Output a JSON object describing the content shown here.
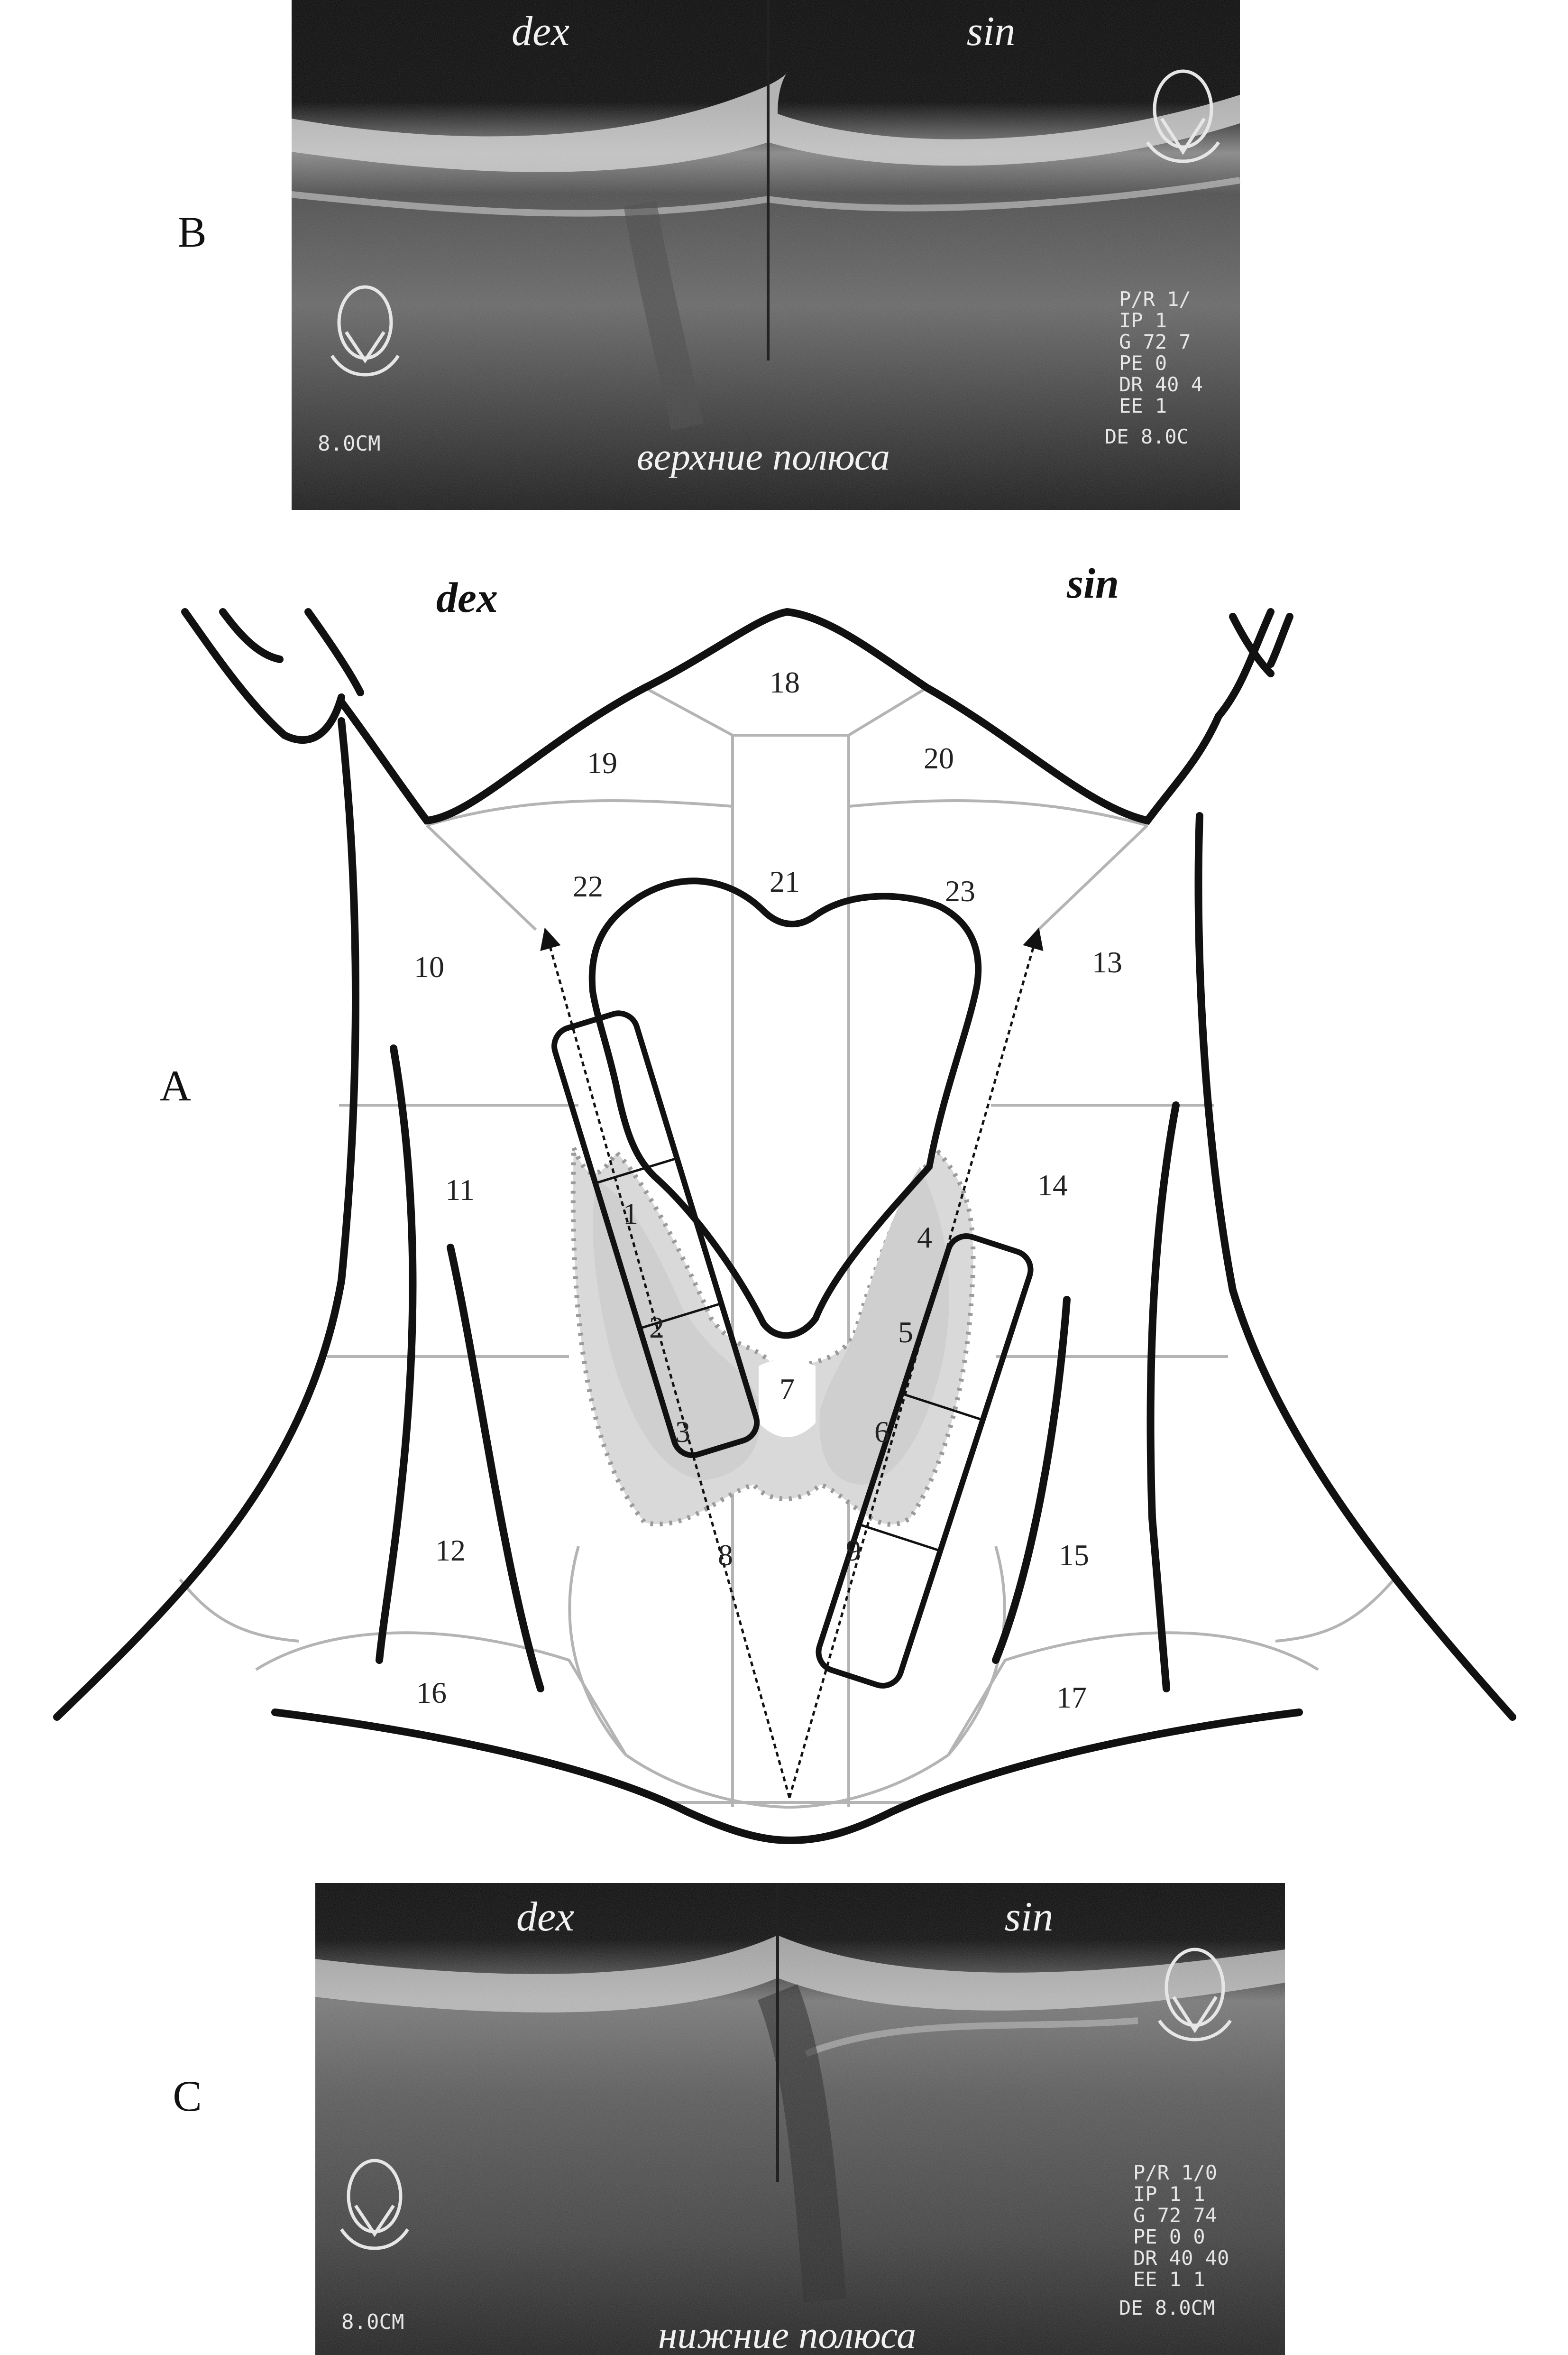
{
  "panel_labels": {
    "a": "A",
    "b": "B",
    "c": "C"
  },
  "top_scan": {
    "side_right": "dex",
    "side_left": "sin",
    "scale": "8.0CM",
    "caption": "верхние полюса",
    "params": [
      "P/R  1/",
      "IP  1  ",
      "G 72  7",
      "PE  0  ",
      "DR 40 4",
      "EE  1  ",
      "DE  8.0C"
    ]
  },
  "diagram": {
    "side_right": "dex",
    "side_left": "sin",
    "zones": [
      "1",
      "2",
      "3",
      "4",
      "5",
      "6",
      "7",
      "8",
      "9",
      "10",
      "11",
      "12",
      "13",
      "14",
      "15",
      "16",
      "17",
      "18",
      "19",
      "20",
      "21",
      "22",
      "23"
    ]
  },
  "bottom_scan": {
    "side_right": "dex",
    "side_left": "sin",
    "scale": "8.0CM",
    "caption": "нижние полюса",
    "params": [
      "P/R  1/0",
      "IP  1  1",
      "G 72  74",
      "PE  0  0",
      "DR 40 40",
      "EE  1  1",
      "DE  8.0CM"
    ]
  },
  "colors": {
    "scan_dark": "#141414",
    "gland": "#d8d8d8",
    "grid": "#b4b4b4",
    "ink": "#111111"
  }
}
